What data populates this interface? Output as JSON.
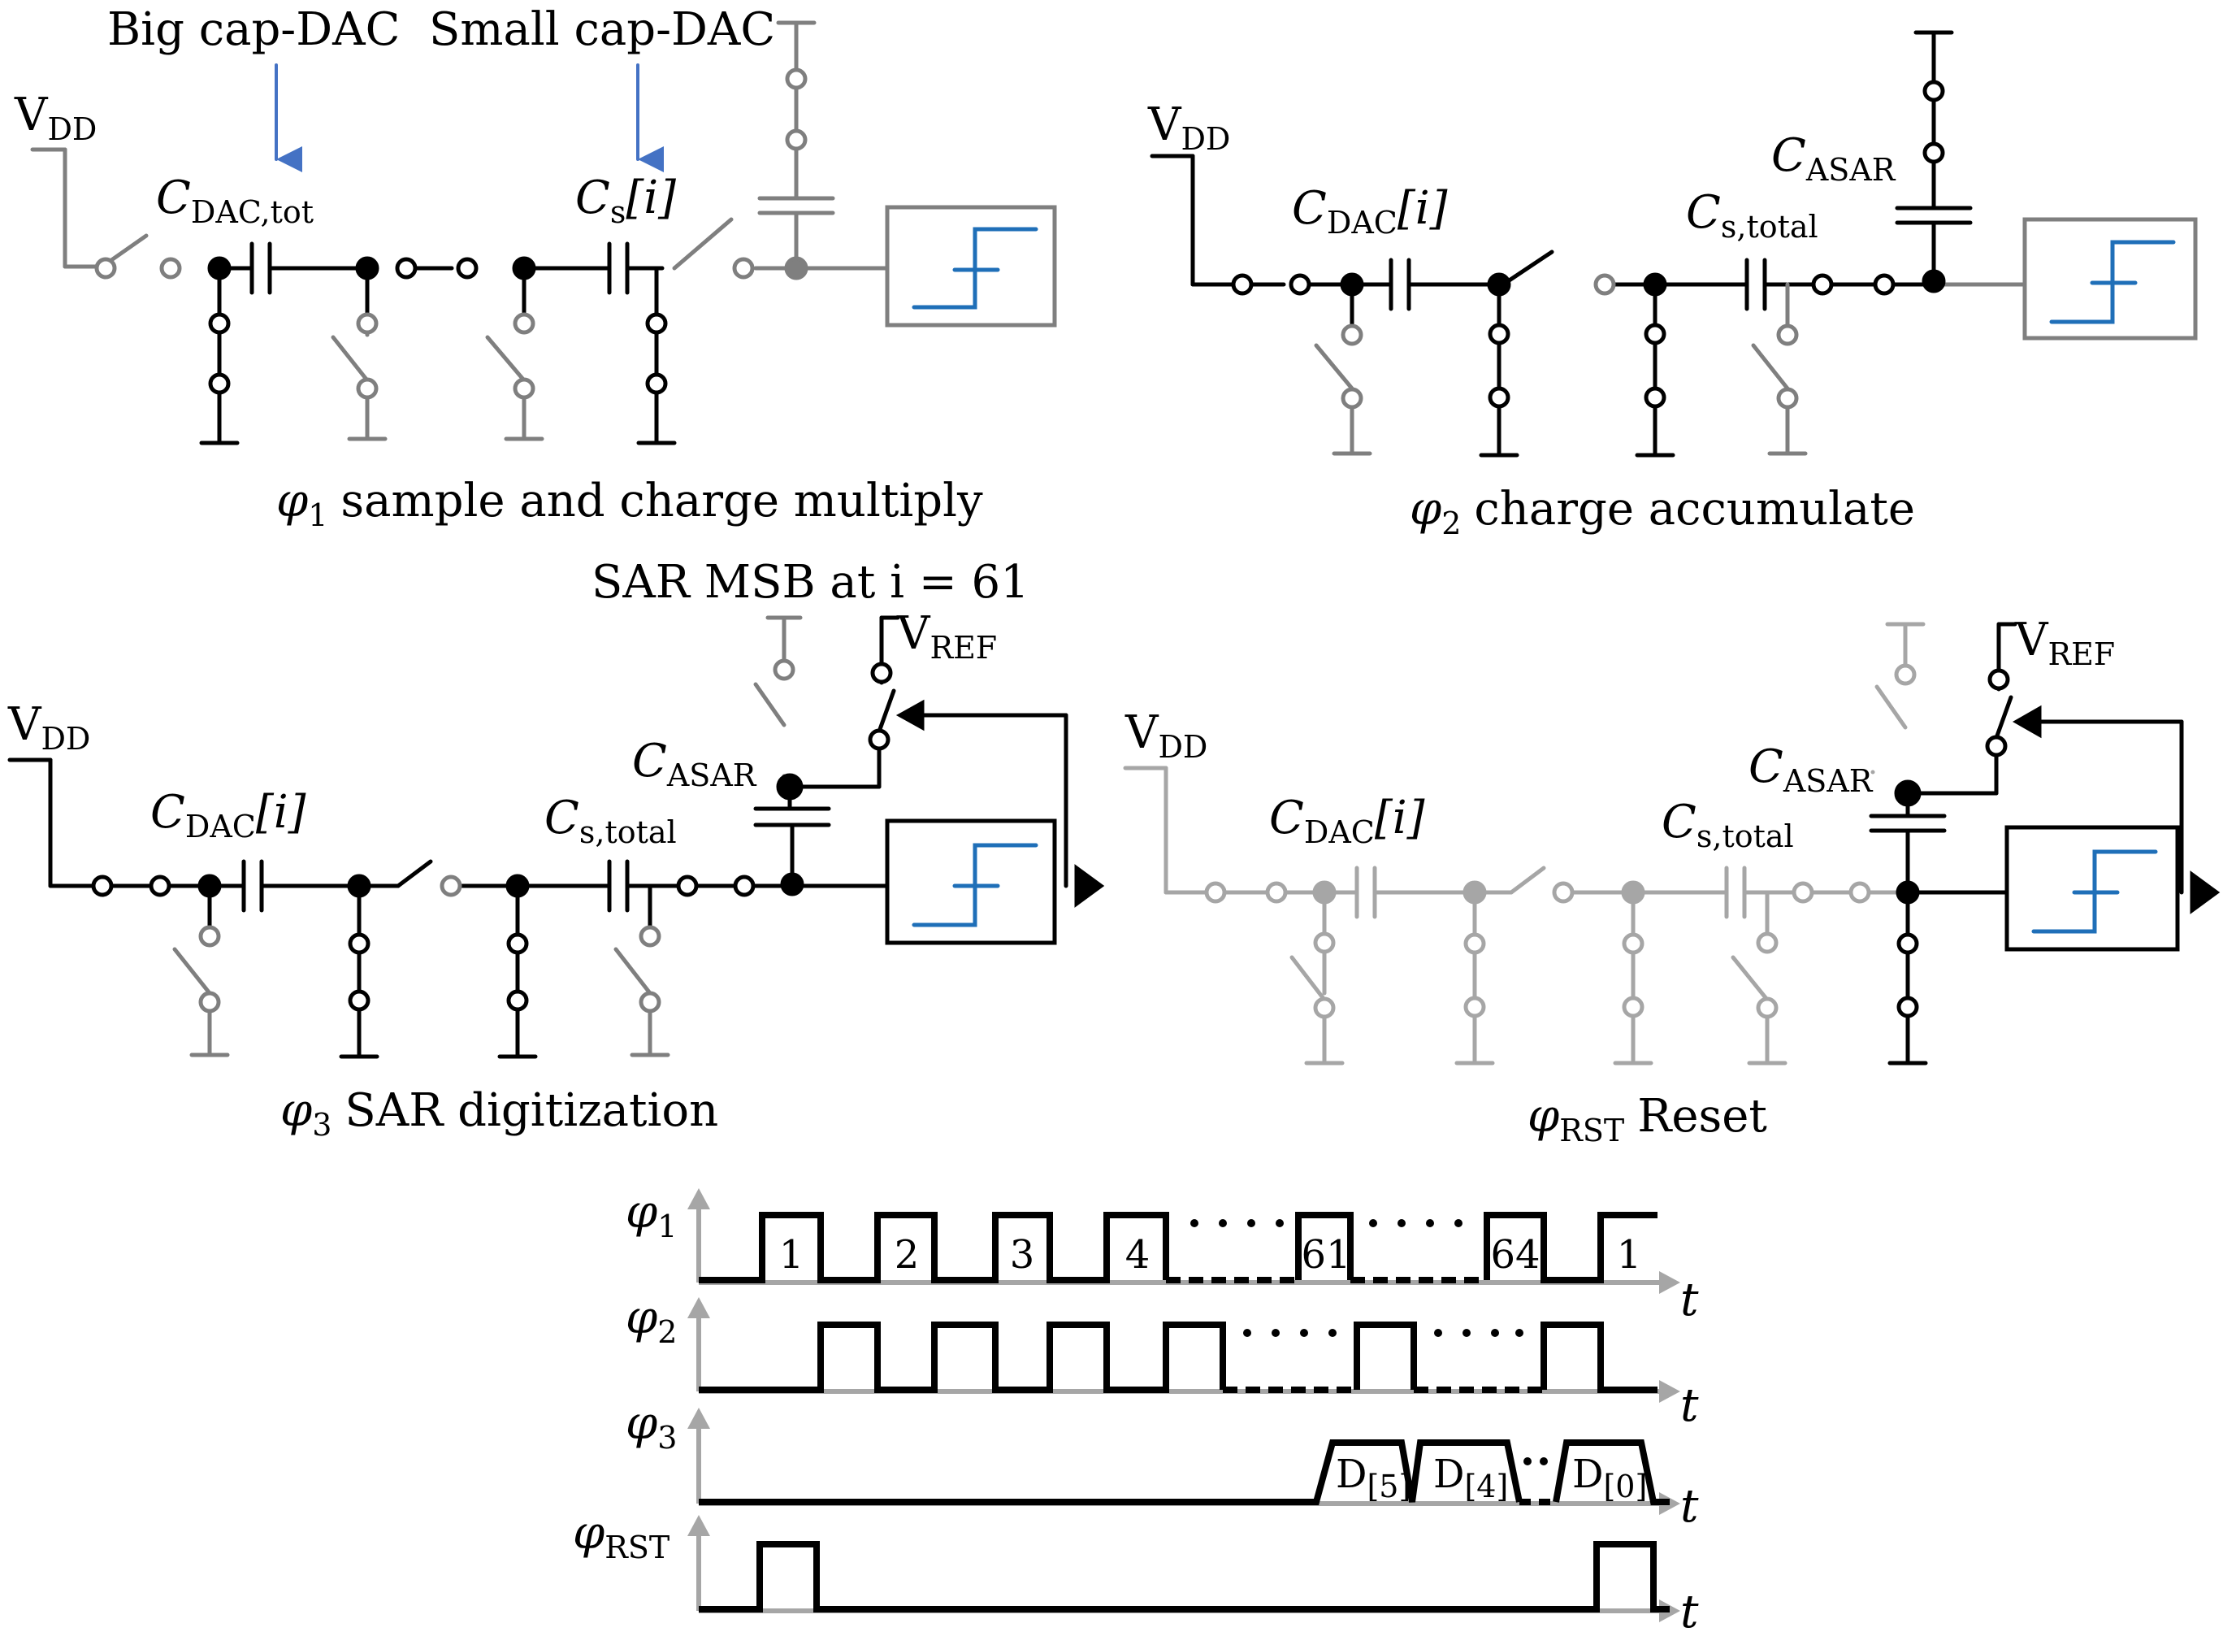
{
  "labels": {
    "big_cap_dac": "Big cap-DAC",
    "small_cap_dac": "Small cap-DAC",
    "vdd_main": "V",
    "vdd_sub": "DD",
    "vref_main": "V",
    "vref_sub": "REF",
    "c_main": "C",
    "c_dac_tot_sub": "DAC,tot",
    "c_dac_sub": "DAC",
    "c_s_sub": "s",
    "c_s_total_sub": "s,total",
    "c_asar_sub": "ASAR",
    "index_bracket": "[i]",
    "sar_msb": "SAR MSB at i = 61",
    "t": "t"
  },
  "phases": {
    "phi1": {
      "sym": "φ",
      "sub": "1",
      "text": "sample and charge multiply"
    },
    "phi2": {
      "sym": "φ",
      "sub": "2",
      "text": "charge accumulate"
    },
    "phi3": {
      "sym": "φ",
      "sub": "3",
      "text": "SAR digitization"
    },
    "phirst": {
      "sym": "φ",
      "sub": "RST",
      "text": "Reset"
    }
  },
  "timing": {
    "phi1_pulses": [
      "1",
      "2",
      "3",
      "4",
      "61",
      "64",
      "1"
    ],
    "phi3_bits": [
      {
        "main": "D",
        "sub": "[5]"
      },
      {
        "main": "D",
        "sub": "[4]"
      },
      {
        "main": "D",
        "sub": "[0]"
      }
    ]
  },
  "colors": {
    "active": "#000000",
    "inactive_gray": "#7f7f7f",
    "light_gray": "#a6a6a6",
    "comparator_curve": "#1f6fb8",
    "annotation_arrow": "#4472c4"
  }
}
